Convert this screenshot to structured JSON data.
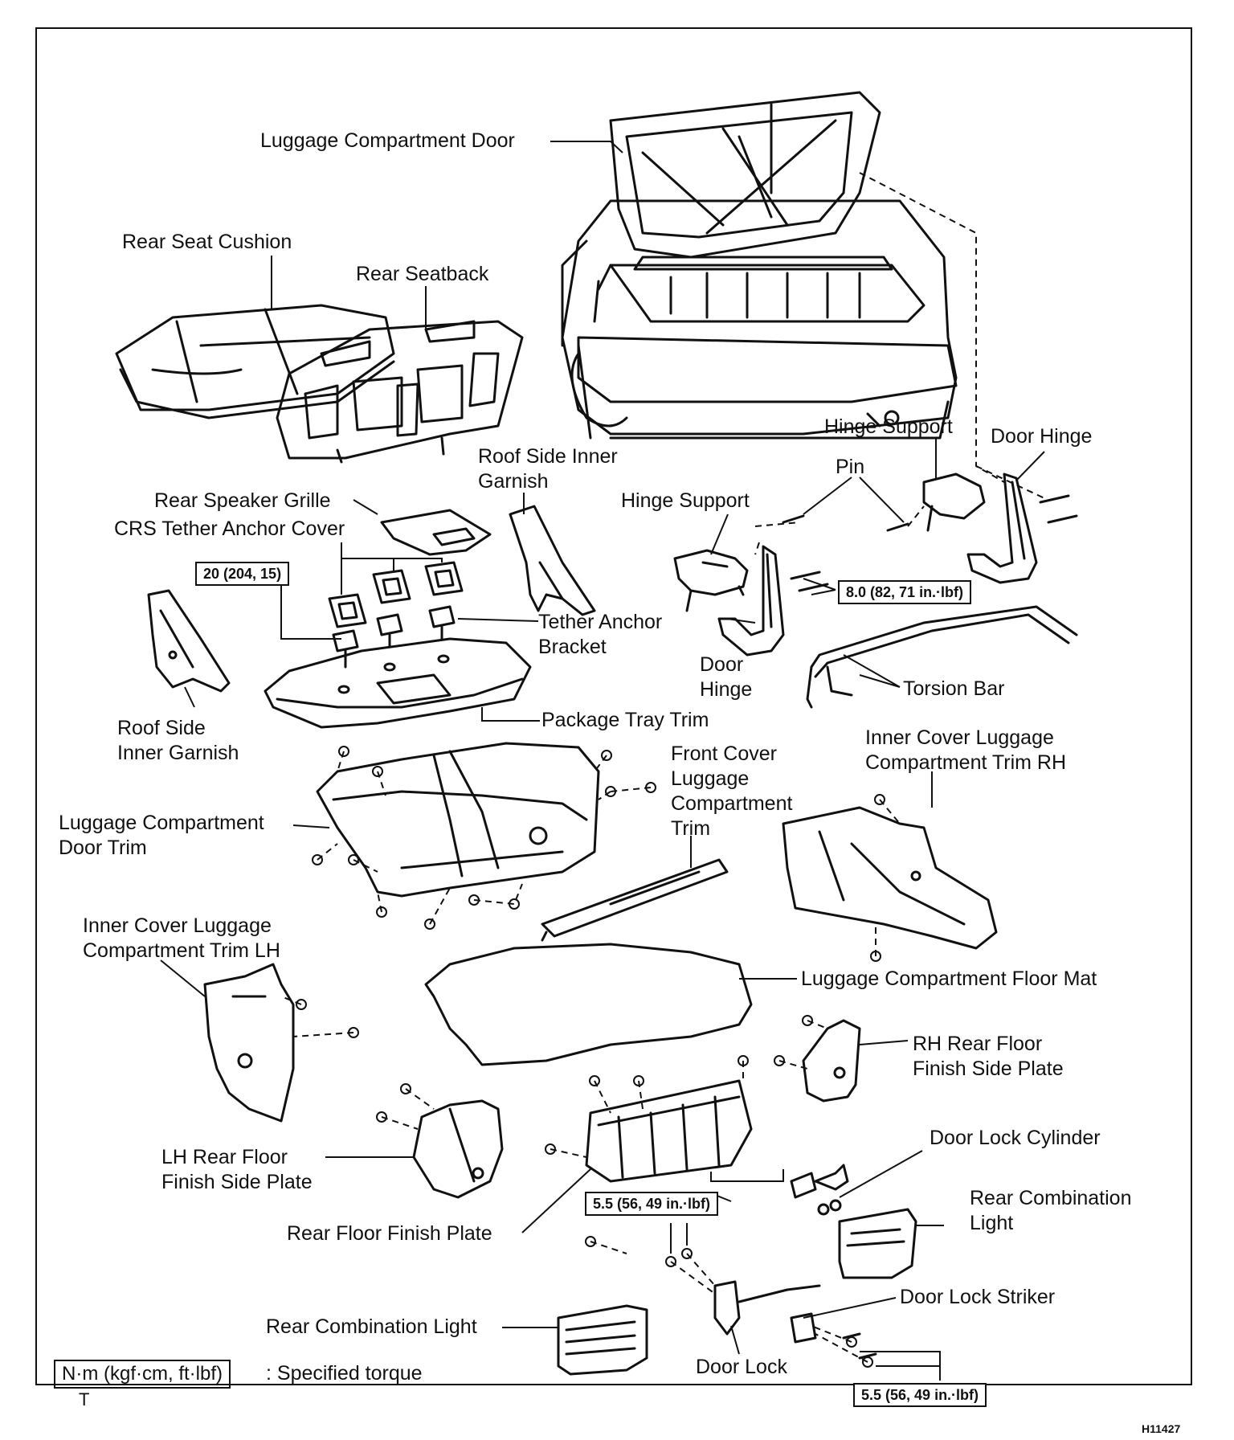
{
  "labels": {
    "luggage_compartment_door": "Luggage Compartment Door",
    "rear_seat_cushion": "Rear Seat Cushion",
    "rear_seatback": "Rear Seatback",
    "hinge_support_right": "Hinge Support",
    "door_hinge_right": "Door Hinge",
    "roof_side_inner_garnish_top": "Roof Side Inner\nGarnish",
    "pin": "Pin",
    "rear_speaker_grille": "Rear Speaker Grille",
    "hinge_support_left": "Hinge Support",
    "crs_tether_anchor_cover": "CRS Tether Anchor Cover",
    "tether_anchor_bracket": "Tether Anchor\nBracket",
    "door_hinge_left": "Door\nHinge",
    "torsion_bar": "Torsion Bar",
    "roof_side_inner_garnish_left": "Roof Side\nInner Garnish",
    "package_tray_trim": "Package Tray Trim",
    "inner_cover_rh": "Inner Cover Luggage\nCompartment Trim RH",
    "front_cover_trim": "Front Cover\nLuggage\nCompartment\nTrim",
    "luggage_door_trim": "Luggage Compartment\nDoor Trim",
    "inner_cover_lh": "Inner Cover Luggage\nCompartment Trim LH",
    "floor_mat": "Luggage Compartment Floor Mat",
    "rh_side_plate": "RH Rear Floor\nFinish Side Plate",
    "door_lock_cylinder": "Door Lock Cylinder",
    "lh_side_plate": "LH Rear Floor\nFinish Side Plate",
    "rear_combination_light_right": "Rear Combination\nLight",
    "rear_floor_finish_plate": "Rear Floor Finish Plate",
    "door_lock_striker": "Door Lock Striker",
    "rear_combination_light_left": "Rear Combination Light",
    "door_lock": "Door Lock"
  },
  "torques": {
    "package_tray": "20 (204, 15)",
    "hinge": "8.0 (82, 71 in.·lbf)",
    "lock": "5.5 (56, 49 in.·lbf)",
    "striker": "5.5 (56, 49 in.·lbf)"
  },
  "legend": {
    "box": "N·m (kgf·cm, ft·lbf)",
    "text": ": Specified torque",
    "mark": "T"
  },
  "figure_id": "H11427"
}
